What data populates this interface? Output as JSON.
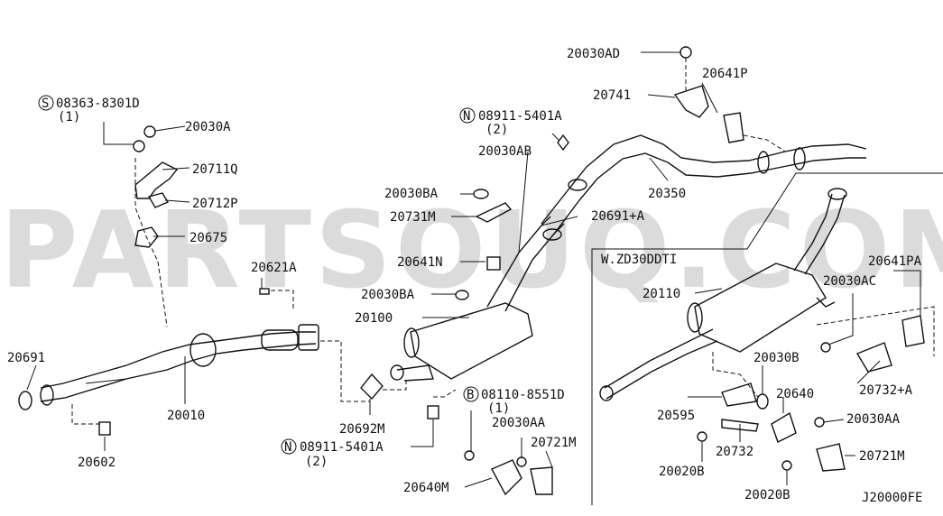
{
  "diagram_code": "J20000FE",
  "watermark": "PARTSOUQ.COM",
  "variant_label": "W.ZD30DDTI",
  "callouts": {
    "p20030AD": "20030AD",
    "p20641P": "20641P",
    "p20741": "20741",
    "p08363_8301D": "08363-8301D",
    "p08363_qty": "(1)",
    "p20030A": "20030A",
    "p20711Q": "20711Q",
    "p20712P": "20712P",
    "p20675": "20675",
    "p20621A": "20621A",
    "p20691": "20691",
    "p20010": "20010",
    "p20602": "20602",
    "p08911_top": "08911-5401A",
    "p08911_top_qty": "(2)",
    "p20030AB": "20030AB",
    "p20030BA_top": "20030BA",
    "p20731M": "20731M",
    "p20641N": "20641N",
    "p20030BA_low": "20030BA",
    "p20100": "20100",
    "p20350": "20350",
    "p20691A": "20691+A",
    "p20692M": "20692M",
    "p08911_low": "08911-5401A",
    "p08911_low_qty": "(2)",
    "p08110": "08110-8551D",
    "p08110_qty": "(1)",
    "p20030AA_left": "20030AA",
    "p20721M_left": "20721M",
    "p20640M": "20640M",
    "p20110": "20110",
    "p20641PA": "20641PA",
    "p20030AC": "20030AC",
    "p20030B": "20030B",
    "p20640": "20640",
    "p20732A": "20732+A",
    "p20595": "20595",
    "p20030AA_right": "20030AA",
    "p20732": "20732",
    "p20020B_left": "20020B",
    "p20721M_right": "20721M",
    "p20020B_low": "20020B"
  },
  "prefix_marks": {
    "s": "S",
    "n": "N",
    "b": "B"
  }
}
